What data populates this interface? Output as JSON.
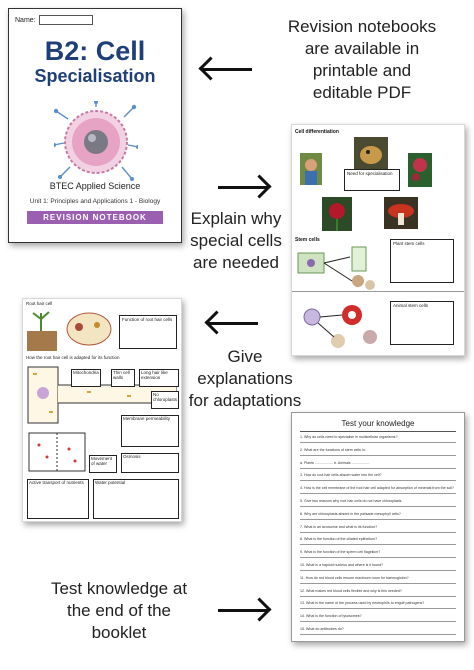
{
  "captions": {
    "revision": "Revision notebooks are available in printable and editable PDF",
    "revision_lines": [
      "Revision notebooks",
      "are available  in",
      "printable and",
      "editable PDF"
    ],
    "explain_lines": [
      "Explain why",
      "special cells",
      "are needed"
    ],
    "give_lines": [
      "Give",
      "explanations",
      "for adaptations"
    ],
    "test_lines": [
      "Test knowledge at",
      "the end of the",
      "booklet"
    ]
  },
  "cover": {
    "name_label": "Name:",
    "title": "B2: Cell",
    "subtitle": "Specialisation",
    "course": "BTEC Applied Science",
    "unit": "Unit 1: Principles and Applications 1 - Biology",
    "banner": "REVISION NOTEBOOK"
  },
  "differentiation_page": {
    "heading": "Cell differentiation",
    "box_label": "Need for specialisation",
    "stem_label": "Stem cells",
    "plant_stem_label": "Plant stem cells",
    "animal_stem_label": "Animal stem cells"
  },
  "adaptation_page": {
    "root_label": "Root hair cell",
    "function_label": "Function of root hair cells",
    "how_label": "How the root hair cell is adapted for its function",
    "mito_label": "Mitochondria",
    "thin_wall_label": "Thin cell walls",
    "long_hair_label": "Long hair like extension",
    "no_chloro_label": "No chloroplasts",
    "membrane_label": "Membrane permeability",
    "movement_label": "Movement of water",
    "osmosis_label": "Osmosis",
    "active_label": "Active transport of nutrients",
    "water_label": "Water potential"
  },
  "quiz": {
    "title": "Test your knowledge",
    "questions": [
      "1. Why do cells need to specialise in multicellular organisms?",
      "2. What are the functions of stem cells in:",
      "a. Plants ..................  b. Animals ..................",
      "3. How do root hair cells absorb water into the cell?",
      "4. How is the cell membrane of the root hair cell adapted for absorption of minerals from the soil?",
      "5. Give two reasons why root hair cells do not have chloroplasts.",
      "6. Why are chloroplasts absent in the palisade mesophyll cells?",
      "7. What is an acrosome and what is its function?",
      "8. What is the function of the ciliated epithelium?",
      "9. What is the function of the sperm cell flagellum?",
      "10. What is a haploid nucleus and where is it found?",
      "11. How do red blood cells ensure maximum room for haemoglobin?",
      "12. What makes red blood cells flexible and why is this needed?",
      "13. What is the name of the process used by neutrophils to engulf pathogens?",
      "14. What is the function of lysosomes?",
      "15. What do antibodies do?"
    ]
  },
  "colors": {
    "title_blue": "#1f3f78",
    "banner_purple": "#9b5fb2",
    "cell_pink": "#e6a3c4",
    "sperm_blue": "#5a8fc9"
  }
}
